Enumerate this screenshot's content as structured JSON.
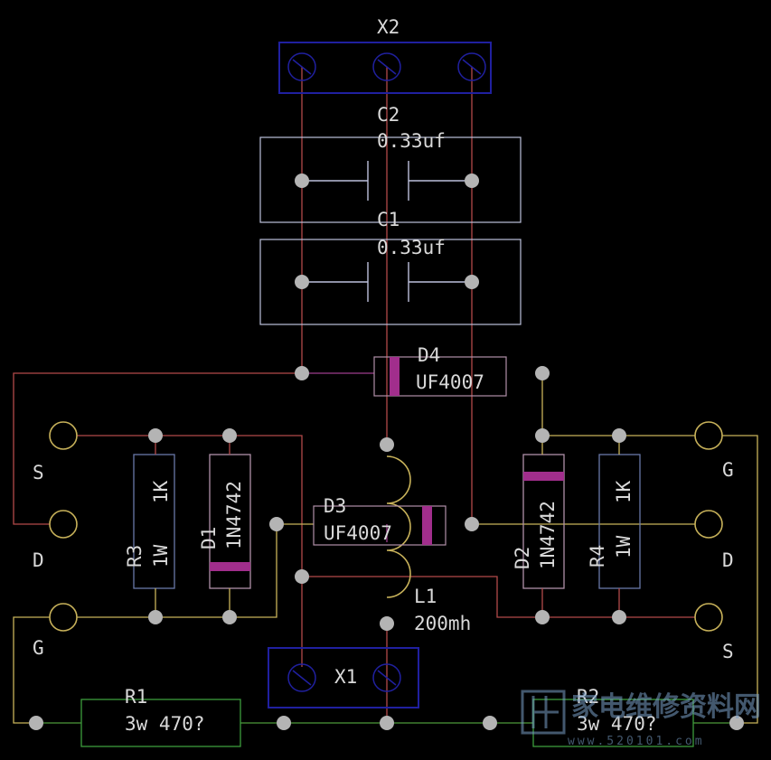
{
  "colors": {
    "background": "#000000",
    "wire_red": "#b24a4a",
    "wire_yellow": "#c8b25a",
    "wire_purple": "#9c3c8c",
    "wire_green": "#4e9a3a",
    "pad": "#b4b4b4",
    "box_blue": "#2020a0",
    "box_light": "#bcc0dc",
    "box_slate": "#6878a8",
    "box_mauve": "#b090a8",
    "box_green": "#3c9c3c",
    "band": "#a12e8c",
    "text": "#d9d9d9"
  },
  "labels": {
    "x2": "X2",
    "x1": "X1",
    "c2_name": "C2",
    "c2_value": "0.33uf",
    "c1_name": "C1",
    "c1_value": "0.33uf",
    "d4_name": "D4",
    "d4_value": "UF4007",
    "d3_name": "D3",
    "d3_value": "UF4007",
    "l1_name": "L1",
    "l1_value": "200mh",
    "r3_name": "R3",
    "r3_power": "1W",
    "r3_value": "1K",
    "d1_name": "D1",
    "d1_value": "1N4742",
    "d2_name": "D2",
    "d2_value": "1N4742",
    "r4_name": "R4",
    "r4_power": "1W",
    "r4_value": "1K",
    "r1_name": "R1",
    "r1_value": "3w  470?",
    "r2_name": "R2",
    "r2_value": "3w  470?",
    "left_pins": [
      "S",
      "D",
      "G"
    ],
    "right_pins": [
      "G",
      "D",
      "S"
    ]
  },
  "watermark": {
    "text": "家电维修资料网",
    "url": "www.520101.com"
  }
}
